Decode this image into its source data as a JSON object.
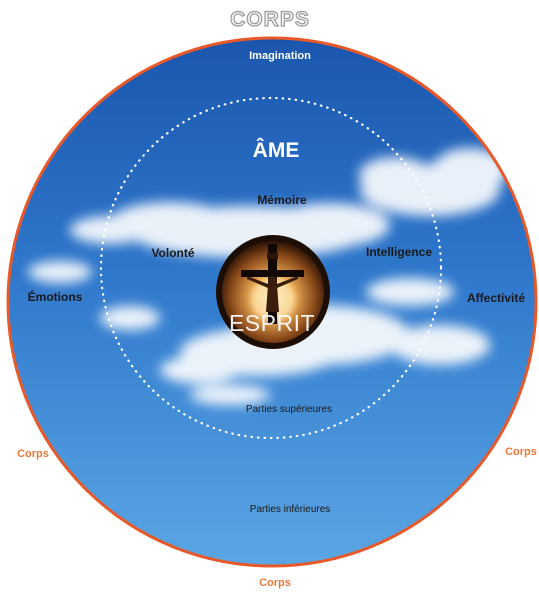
{
  "title": "CORPS",
  "soul": {
    "title": "ÂME",
    "faculties": {
      "memoire": "Mémoire",
      "volonte": "Volonté",
      "intelligence": "Intelligence"
    },
    "superior_parts": "Parties supérieures"
  },
  "body_ring": {
    "imagination": "Imagination",
    "emotions": "Émotions",
    "affectivite": "Affectivité",
    "inferior_parts": "Parties inférieures"
  },
  "outer_labels": {
    "left": "Corps",
    "right": "Corps",
    "bottom": "Corps"
  },
  "spirit": {
    "label": "ESPRIT",
    "icon": "crucifix-icon"
  },
  "colors": {
    "outer_ring": "#e8592a",
    "outer_label": "#e8783a",
    "sky_top": "#1f5fb8",
    "sky_bottom": "#4f9de0",
    "title_fill": "#f2f2f2",
    "title_stroke": "#9a9a9a",
    "spirit_glow": "#f7c46a",
    "spirit_dark": "#1d0e05"
  }
}
